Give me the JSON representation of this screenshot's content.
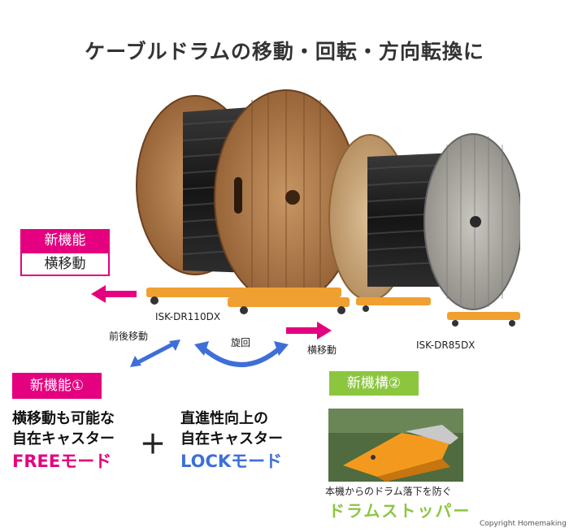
{
  "title": "ケーブルドラムの移動・回転・方向転換に",
  "badge_new1": {
    "head": "新機能",
    "body": "横移動"
  },
  "labels": {
    "model_large": "ISK-DR110DX",
    "model_small": "ISK-DR85DX",
    "forward_back": "前後移動",
    "rotate": "旋回",
    "lateral": "横移動"
  },
  "feature1": {
    "head": "新機能①",
    "line1": "横移動も可能な",
    "line2": "自在キャスター",
    "mode": "FREEモード"
  },
  "feature2": {
    "line1": "直進性向上の",
    "line2": "自在キャスター",
    "mode": "LOCKモード"
  },
  "plus": "＋",
  "feature3": {
    "head": "新機構②",
    "caption": "本機からのドラム落下を防ぐ",
    "name": "ドラムストッパー"
  },
  "copyright": "Copyright Homemaking",
  "colors": {
    "pink": "#e5007f",
    "blue": "#3e6fd8",
    "green": "#8cc63f"
  }
}
